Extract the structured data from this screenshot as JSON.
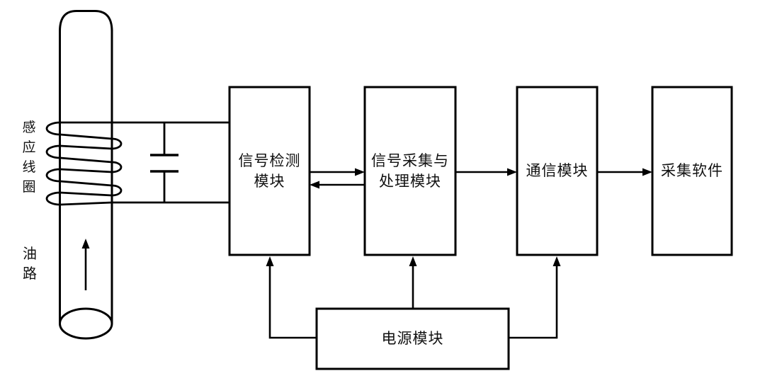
{
  "diagram": {
    "background": "#ffffff",
    "line_color": "#000000",
    "labels": {
      "coil": "感应线圈",
      "pipe": "油路"
    },
    "blocks": {
      "signal_detection": {
        "line1": "信号检测",
        "line2": "模块"
      },
      "acquisition_processing": {
        "line1": "信号采集与",
        "line2": "处理模块"
      },
      "communication": {
        "label": "通信模块"
      },
      "software": {
        "label": "采集软件"
      },
      "power": {
        "label": "电源模块"
      }
    }
  }
}
